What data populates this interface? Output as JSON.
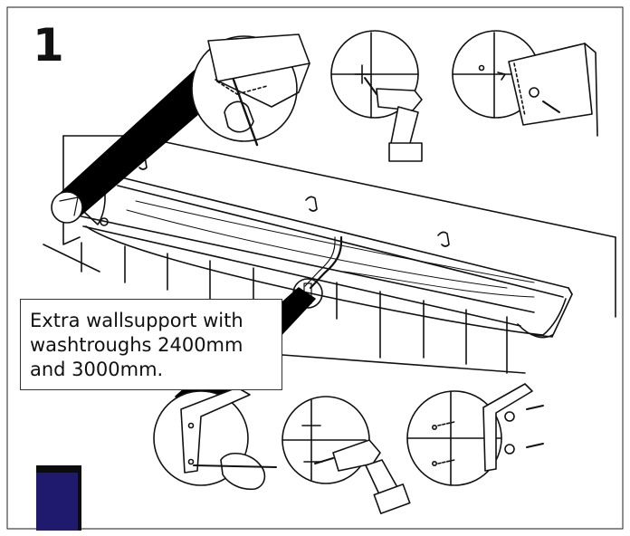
{
  "step": {
    "number": "1"
  },
  "note": {
    "lines": [
      "Extra wallsupport with",
      "washtroughs 2400mm",
      "and 3000mm."
    ]
  },
  "colors": {
    "ink": "#111111",
    "shadow": "#000000",
    "swatch": "#1f1a6e",
    "swatch_dark": "#0c0c0c",
    "paper": "#ffffff"
  },
  "icons": [
    "drill-icon",
    "screwdriver-icon",
    "screw-icon",
    "bracket-icon",
    "hook-icon",
    "hand-icon"
  ]
}
